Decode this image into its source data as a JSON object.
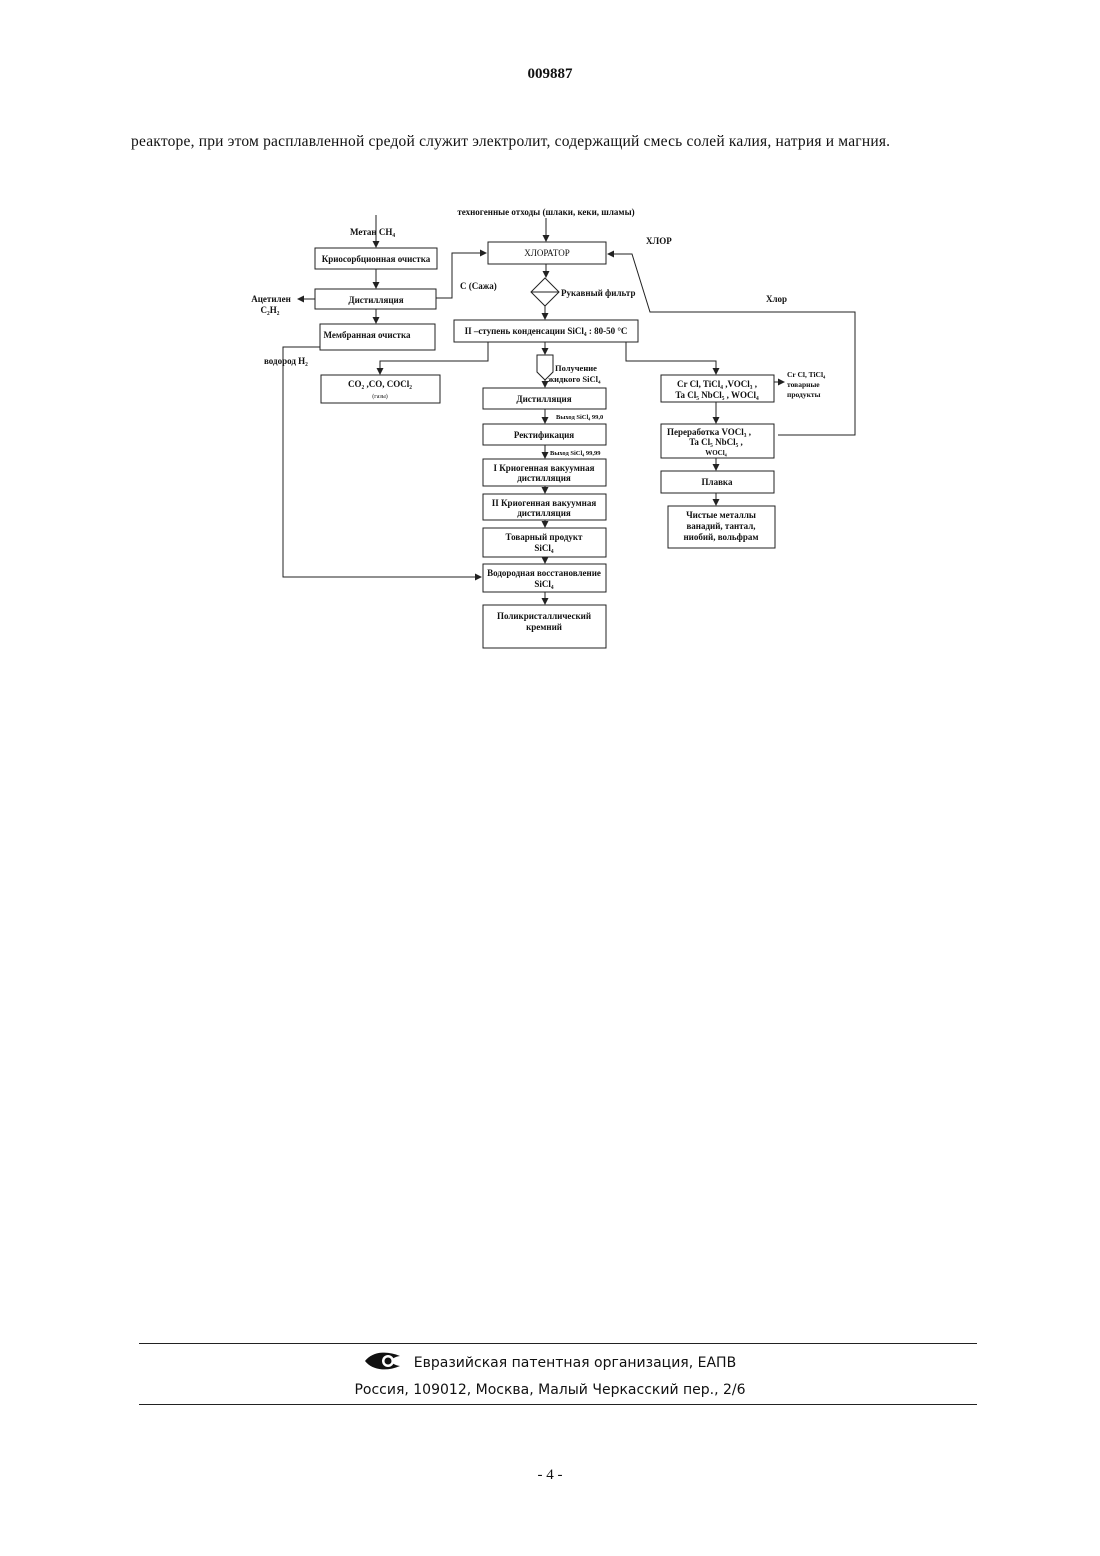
{
  "header": {
    "doc_number": "009887"
  },
  "body": {
    "paragraph": "реакторе, при этом расплавленной средой служит электролит, содержащий смесь солей калия, натрия и магния."
  },
  "diagram": {
    "source_label": "техногенные отходы (шлаки, кеки, шламы)",
    "chlorinator": "ХЛОРАТОР",
    "chlor_top": "ХЛОР",
    "chlor_right": "Хлор",
    "bag_filter": "Рукавный фильтр",
    "soot": "С  (Сажа)",
    "condensation": "II –ступень конденсации  SiCl₄ : 80-50 °C",
    "methane": "Метан CH₄",
    "cryosorption": "Криосорбционная  очистка",
    "distillation_left": "Дистилляция",
    "acetylene_1": "Ацетилен",
    "acetylene_2": "C₂H₂",
    "membrane": "Мембранная очистка",
    "hydrogen": "водород H₂",
    "gases_1": "CO₂ ,CO, COCl₂",
    "gases_2": "(газы)",
    "liquid_1": "Получение",
    "liquid_2": "жидкого  SiCl₄",
    "distillation": "Дистилляция",
    "yield1": "Выход SiCl₄ 99,0",
    "rectification": "Ректификация",
    "yield2": "Выход SiCl₄ 99,99",
    "cryo1_1": "I Криогенная вакуумная",
    "cryo1_2": "дистилляция",
    "cryo2_1": "II Криогенная вакуумная",
    "cryo2_2": "дистилляция",
    "product_1": "Товарный продукт",
    "product_2": "SiCl₄",
    "hreduction_1": "Водородная восстановление",
    "hreduction_2": "SiCl₄",
    "polysilicon_1": "Поликристаллический",
    "polysilicon_2": "кремний",
    "chlorides_1": "Cr Cl, TiCl₄ ,VOCl₃ ,",
    "chlorides_2": "Ta Cl₅ NbCl₅ , WOCl₄",
    "commodity_1": "Cr Cl, TiCl₄",
    "commodity_2": "товарные",
    "commodity_3": "продукты",
    "processing_1": "Переработка      VOCl₃ ,",
    "processing_2": "Ta Cl₅ NbCl₅ ,",
    "processing_3": "WOCl₄",
    "melting": "Плавка",
    "metals_1": "Чистые металлы",
    "metals_2": "ванадий, тантал,",
    "metals_3": "ниобий, вольфрам"
  },
  "footer": {
    "organization": "Евразийская патентная организация, ЕАПВ",
    "address": "Россия, 109012, Москва, Малый Черкасский пер., 2/6"
  },
  "page_number": "- 4 -"
}
